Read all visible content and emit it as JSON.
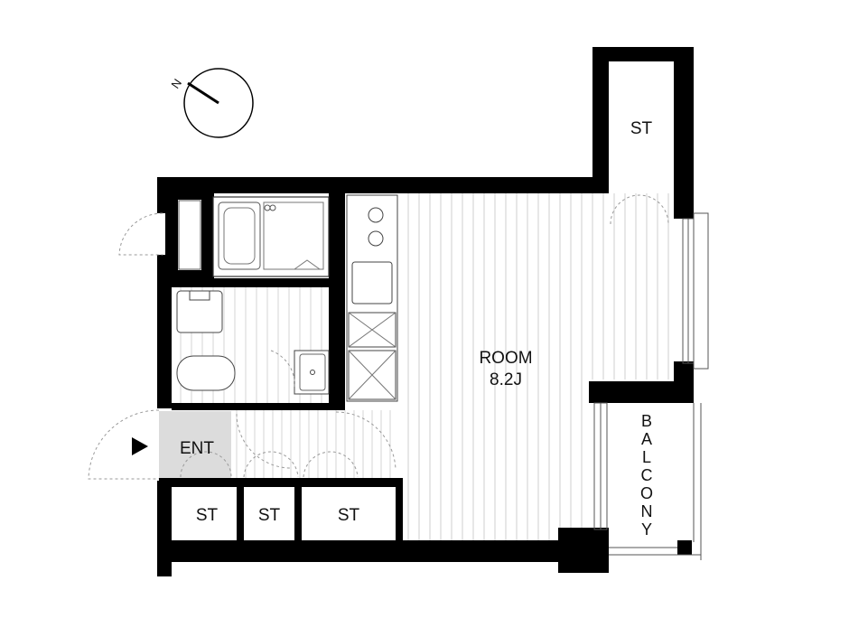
{
  "floorplan": {
    "compass": {
      "north_label": "N"
    },
    "rooms": {
      "main_room": {
        "name": "ROOM",
        "area": "8.2J"
      },
      "entrance": {
        "name": "ENT"
      },
      "balcony": {
        "name": "BALCONY",
        "letters": [
          "B",
          "A",
          "L",
          "C",
          "O",
          "N",
          "Y"
        ]
      },
      "storage_top": {
        "name": "ST"
      },
      "storage_1": {
        "name": "ST"
      },
      "storage_2": {
        "name": "ST"
      },
      "storage_3": {
        "name": "ST"
      }
    },
    "colors": {
      "wall": "#000000",
      "entrance_fill": "#dcdcdc",
      "floor_lines": "#c8c8c8"
    }
  }
}
